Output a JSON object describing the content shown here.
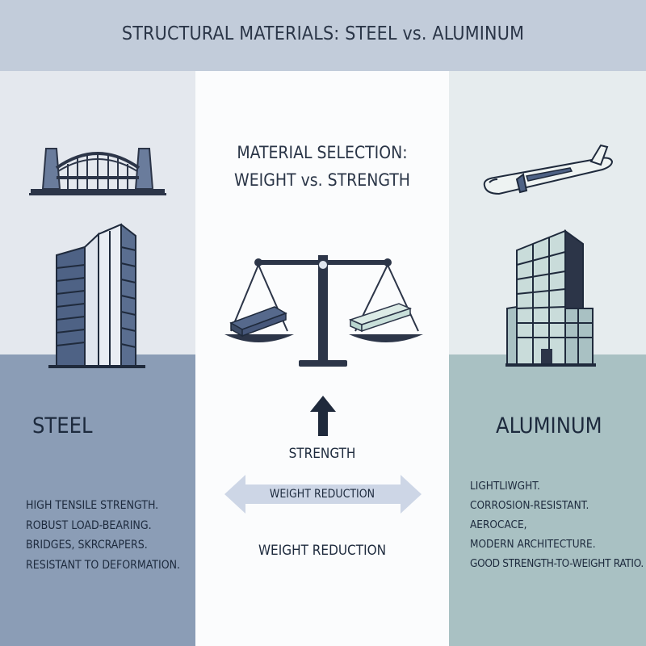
{
  "header": {
    "title": "STRUCTURAL MATERIALS: STEEL vs. ALUMINUM"
  },
  "center": {
    "title_line1": "MATERIAL SELECTION:",
    "title_line2": "WEIGHT vs. STRENGTH",
    "strength_label": "STRENGTH",
    "arrow_label": "WEIGHT REDUCTION",
    "bottom_label": "WEIGHT REDUCTION"
  },
  "steel": {
    "heading": "STEEL",
    "properties": [
      "HIGH TENSILE STRENGTH.",
      "ROBUST LOAD-BEARING.",
      "BRIDGES, SKRCRAPERS.",
      "RESISTANT TO DEFORMATION."
    ]
  },
  "aluminum": {
    "heading": "ALUMINUM",
    "properties": [
      "LIGHTLIWGHT.",
      "CORROSION-RESISTANT.",
      "AEROCACE,",
      "MODERN ARCHITECTURE.",
      "GOOD STRENGTH-TO-WEIGHT RATIO."
    ]
  },
  "icons": {
    "steel_top": "arch-bridge-icon",
    "steel_mid": "skyscraper-icon",
    "center": "balance-scale-icon",
    "center_up": "up-arrow-icon",
    "center_horizontal": "double-arrow-icon",
    "aluminum_top": "airplane-icon",
    "aluminum_mid": "modern-building-icon"
  },
  "colors": {
    "header_bg": "#c2ccda",
    "steel_panel": "#8b9db6",
    "aluminum_panel": "#a9c1c3",
    "steel_accent": "#4a5d80",
    "aluminum_accent": "#b9d6cf",
    "text_dark": "#1d2a3d"
  }
}
